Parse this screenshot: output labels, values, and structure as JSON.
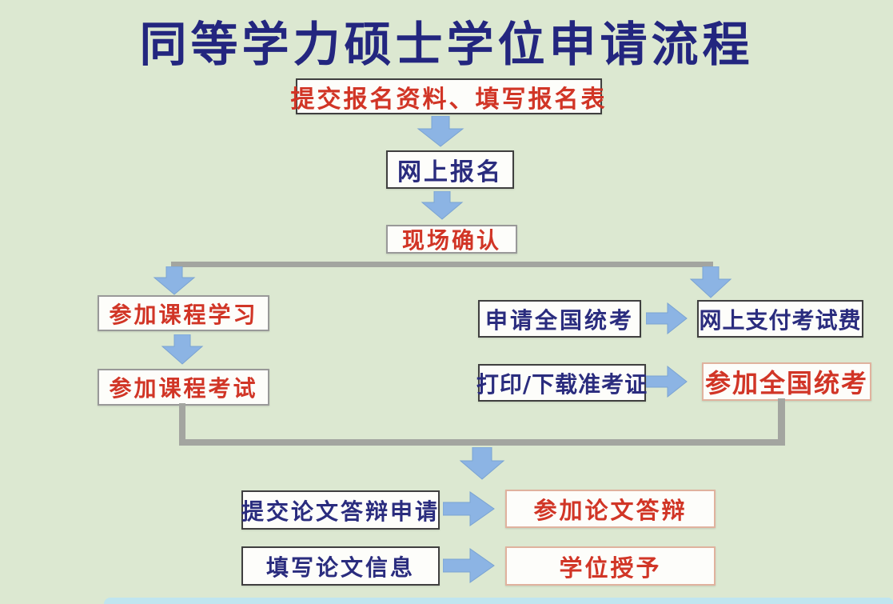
{
  "title": "同等学力硕士学位申请流程",
  "nodes": {
    "submit_materials": "提交报名资料、填写报名表",
    "online_registration": "网上报名",
    "onsite_confirmation": "现场确认",
    "course_study": "参加课程学习",
    "course_exam": "参加课程考试",
    "apply_national_exam": "申请全国统考",
    "pay_exam_fee": "网上支付考试费",
    "print_download_ticket": "打印/下载准考证",
    "take_national_exam": "参加全国统考",
    "submit_defense_application": "提交论文答辩申请",
    "attend_thesis_defense": "参加论文答辩",
    "fill_thesis_info": "填写论文信息",
    "degree_award": "学位授予"
  },
  "edges": [
    [
      "submit_materials",
      "online_registration"
    ],
    [
      "online_registration",
      "onsite_confirmation"
    ],
    [
      "onsite_confirmation",
      "course_study"
    ],
    [
      "onsite_confirmation",
      "pay_exam_fee"
    ],
    [
      "course_study",
      "course_exam"
    ],
    [
      "apply_national_exam",
      "pay_exam_fee"
    ],
    [
      "print_download_ticket",
      "take_national_exam"
    ],
    [
      "course_exam",
      "submit_defense_application"
    ],
    [
      "take_national_exam",
      "submit_defense_application"
    ],
    [
      "submit_defense_application",
      "attend_thesis_defense"
    ],
    [
      "fill_thesis_info",
      "degree_award"
    ]
  ],
  "colors": {
    "bg_green": "#dce8d1",
    "title_navy": "#23267f",
    "navy_text": "#2a2c7e",
    "red_text": "#d13526",
    "arrow_blue": "#8cb4e4",
    "line_gray": "#a3a5a0",
    "box_bg": "#fdfdfa",
    "dark_border": "#3f3f3f",
    "gray_border": "#999999",
    "salmon_border": "#e0b29e",
    "cyan_strip": "#c0e5ef"
  }
}
